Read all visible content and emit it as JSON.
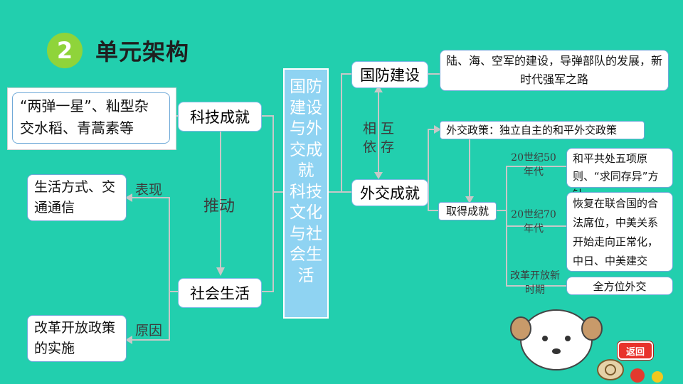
{
  "header": {
    "number": "2",
    "title": "单元架构"
  },
  "center": {
    "lines": [
      "国防",
      "建设",
      "与外",
      "交成",
      "就",
      "科技",
      "文化",
      "与社",
      "会生",
      "活"
    ]
  },
  "left": {
    "tech": "科技成就",
    "tech_detail": "“两弹一星”、籼型杂交水稻、青蒿素等",
    "social": "社会生活",
    "push": "推动",
    "manifest": "表现",
    "reason": "原因",
    "lifestyle": "生活方式、交通通信",
    "reform": "改革开放政策的实施"
  },
  "right": {
    "defense": "国防建设",
    "defense_detail": "陆、海、空军的建设，导弹部队的发展，新时代强军之路",
    "mutual": "相互依存",
    "diplomacy": "外交成就",
    "policy": "外交政策：独立自主的和平外交政策",
    "achieve": "取得成就",
    "era1": "20世纪50年代",
    "era1_detail": "和平共处五项原则、“求同存异”方针",
    "era2": "20世纪70年代",
    "era2_detail": "恢复在联合国的合法席位，中美关系开始走向正常化，中日、中美建交",
    "era3": "改革开放新时期",
    "era3_detail": "全方位外交"
  },
  "nav": {
    "back": "返回"
  }
}
